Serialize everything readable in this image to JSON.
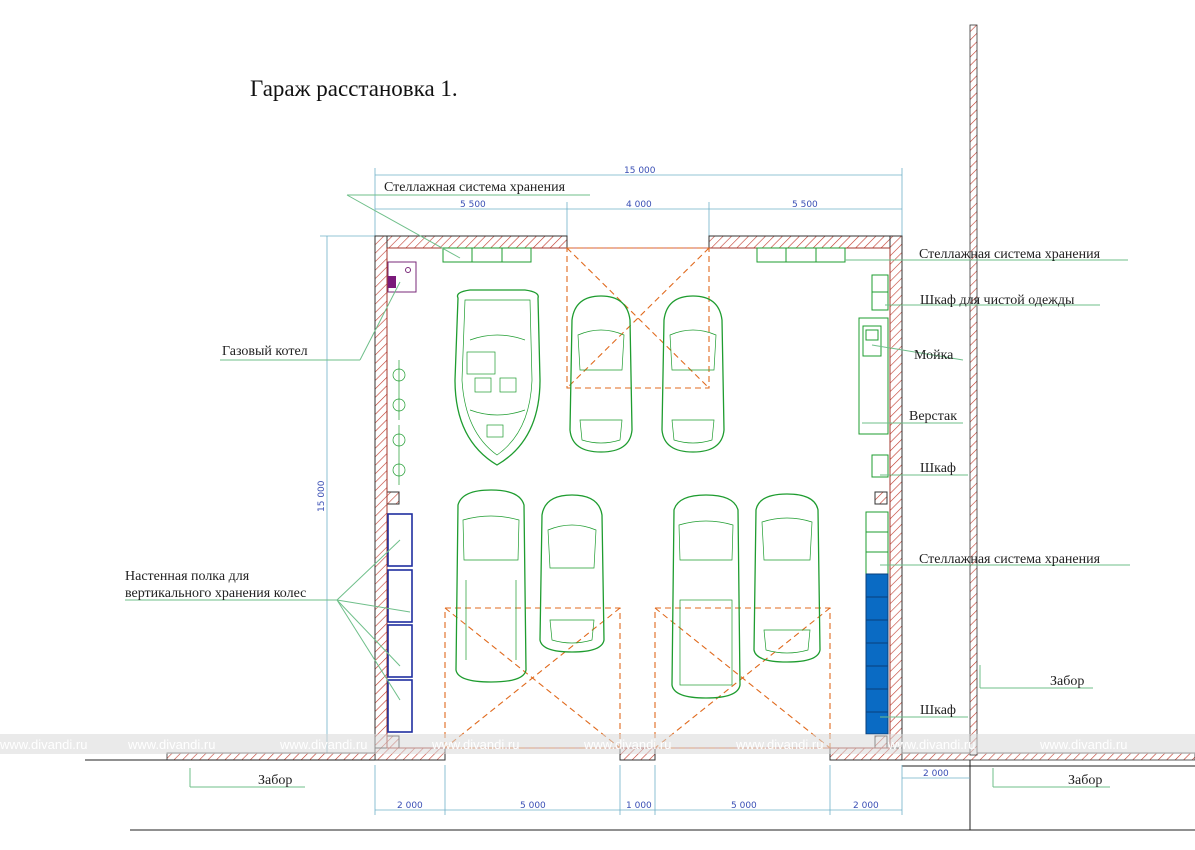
{
  "title": "Гараж расстановка 1.",
  "labels": {
    "storage_top": "Стеллажная система хранения",
    "storage_right_top": "Стеллажная система хранения",
    "wardrobe": "Шкаф для чистой одежды",
    "sink": "Мойка",
    "workbench": "Верстак",
    "cabinet_mid": "Шкаф",
    "storage_right_mid": "Стеллажная система хранения",
    "cabinet_bottom": "Шкаф",
    "boiler": "Газовый котел",
    "wheel_shelf_line1": "Настенная полка для",
    "wheel_shelf_line2": "вертикального хранения колес",
    "fence_left": "Забор",
    "fence_right_upper": "Забор",
    "fence_right_lower": "Забор"
  },
  "dimensions": {
    "total_width": "15 000",
    "top_left": "5 500",
    "top_mid": "4 000",
    "top_right": "5 500",
    "height": "15 000",
    "bottom_1": "2 000",
    "bottom_2": "5 000",
    "bottom_3": "1 000",
    "bottom_4": "5 000",
    "bottom_5": "2 000",
    "fence_gap": "2 000"
  },
  "watermark": "www.divandi.ru",
  "colors": {
    "wall_hatch": "#c0392b",
    "cars": "#1e9c2f",
    "gate_dashes": "#e06a1e",
    "dimensions": "#3a4fb5",
    "cabinet_blue": "#0a6bc4",
    "wheel_shelf": "#1f2fa0"
  }
}
